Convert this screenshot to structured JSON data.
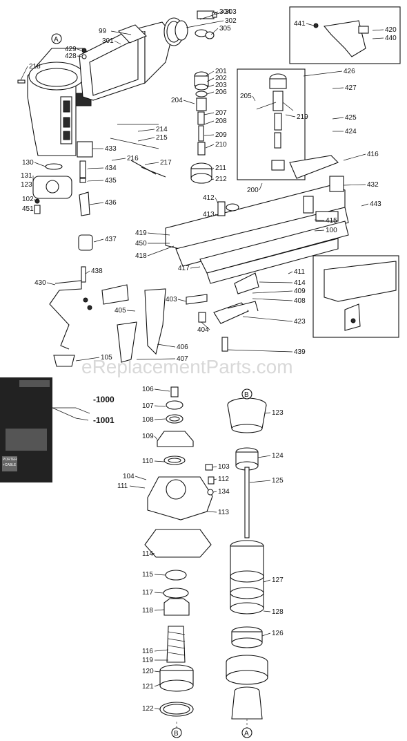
{
  "watermark": "eReplacementParts.com",
  "kit_numbers": [
    "-1000",
    "-1001"
  ],
  "cover_brand": [
    "PORTER",
    "+CABLE"
  ],
  "part_labels": [
    "303",
    "302",
    "304",
    "99",
    "305",
    "301",
    "441",
    "420",
    "440",
    "429",
    "428",
    "218",
    "426",
    "201",
    "202",
    "203",
    "206",
    "204",
    "207",
    "208",
    "209",
    "210",
    "211",
    "212",
    "205",
    "219",
    "427",
    "425",
    "424",
    "214",
    "215",
    "216",
    "433",
    "434",
    "435",
    "217",
    "130",
    "131",
    "123",
    "102",
    "451",
    "436",
    "437",
    "438",
    "430",
    "200",
    "416",
    "432",
    "412",
    "413",
    "415",
    "100",
    "443",
    "418",
    "419",
    "450",
    "417",
    "411",
    "414",
    "409",
    "408",
    "423",
    "403",
    "405",
    "404",
    "406",
    "407",
    "439",
    "105",
    "106",
    "107",
    "108",
    "109",
    "110",
    "111",
    "104",
    "103",
    "112",
    "134",
    "113",
    "114",
    "115",
    "117",
    "118",
    "116",
    "119",
    "120",
    "121",
    "122",
    "123",
    "124",
    "125",
    "127",
    "128",
    "126"
  ],
  "callout_letters": [
    "A",
    "B"
  ]
}
